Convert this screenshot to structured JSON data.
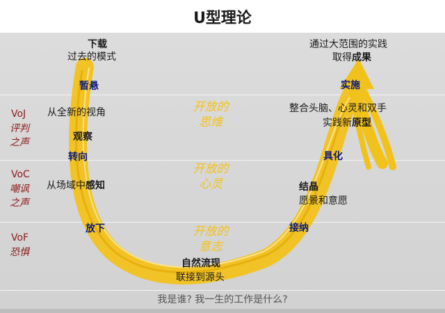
{
  "title": "U型理论",
  "left": {
    "top_bold": "下载",
    "top_sub": "过去的模式",
    "k1": "暂悬",
    "l1": "从全新的视角",
    "l1b": "观察",
    "k2": "转向",
    "l2a": "从场域中",
    "l2b": "感知",
    "k3": "放下"
  },
  "bottom": {
    "bold": "自然流现",
    "sub": "联接到源头"
  },
  "right": {
    "top_a": "通过大范围的实践",
    "top_b1": "取得",
    "top_b2": "成果",
    "k1": "实施",
    "l1a": "整合头脑、心灵和双手",
    "l1b1": "实践新",
    "l1b2": "原型",
    "k2": "具化",
    "k3": "结晶",
    "l3": "愿景和意愿",
    "k4": "接纳"
  },
  "voices": [
    {
      "code": "VoJ",
      "line1": "评判",
      "line2": "之声"
    },
    {
      "code": "VoC",
      "line1": "嘲讽",
      "line2": "之声"
    },
    {
      "code": "VoF",
      "line1": "恐惧",
      "line2": ""
    }
  ],
  "open": [
    {
      "line1": "开放的",
      "line2": "思维"
    },
    {
      "line1": "开放的",
      "line2": "心灵"
    },
    {
      "line1": "开放的",
      "line2": "意志"
    }
  ],
  "footer": "我是谁? 我一生的工作是什么?",
  "colors": {
    "arc": "#f2c21c",
    "key": "#0b1a7a",
    "voice": "#8b1a1a"
  }
}
